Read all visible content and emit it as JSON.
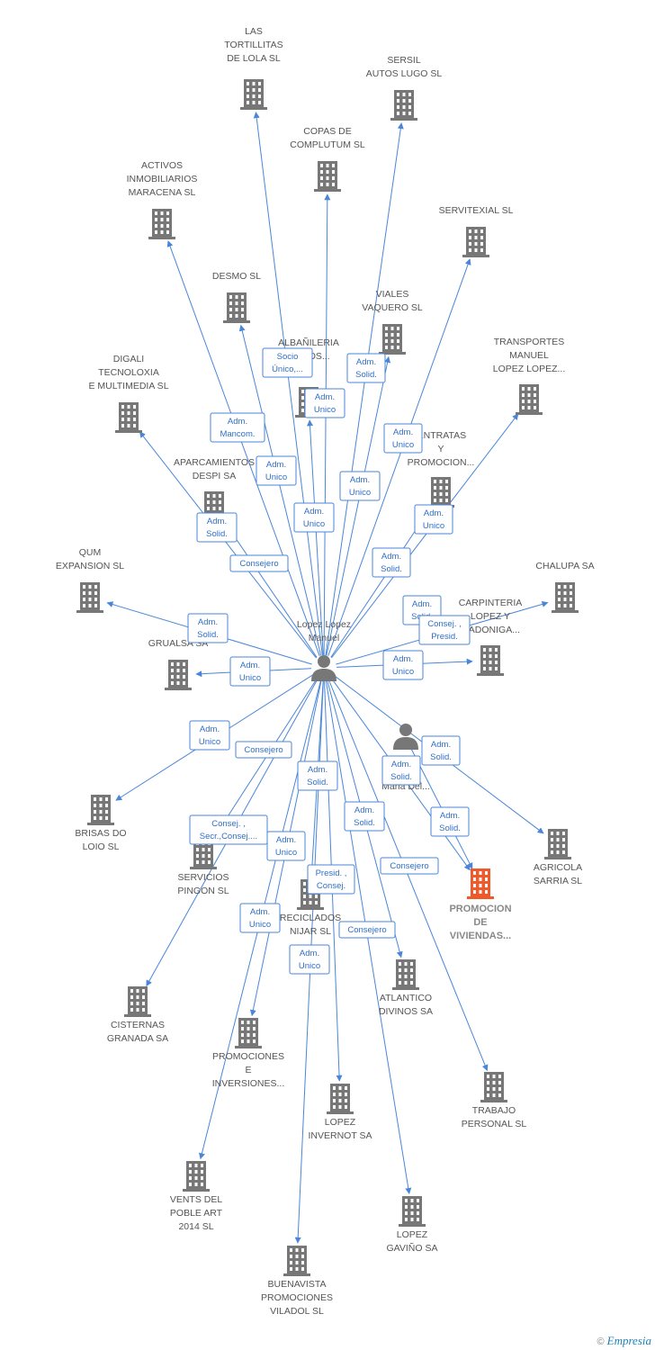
{
  "person_main": {
    "name": "Lopez Lopez Manuel"
  },
  "person_secondary": {
    "name": "... Maria Del..."
  },
  "target": {
    "name": "PROMOCION DE VIVIENDAS...",
    "color": "#f05a2a"
  },
  "companies": [
    {
      "id": "c1",
      "name": "LAS TORTILLITAS DE LOLA SL"
    },
    {
      "id": "c2",
      "name": "SERSIL AUTOS LUGO SL"
    },
    {
      "id": "c3",
      "name": "COPAS DE COMPLUTUM SL"
    },
    {
      "id": "c4",
      "name": "ACTIVOS INMOBILIARIOS MARACENA SL"
    },
    {
      "id": "c5",
      "name": "SERVITEXIAL SL"
    },
    {
      "id": "c6",
      "name": "DESMO SL"
    },
    {
      "id": "c7",
      "name": "VIALES VAQUERO SL"
    },
    {
      "id": "c8",
      "name": "ALBAÑILERIA ...ADOS..."
    },
    {
      "id": "c9",
      "name": "TRANSPORTES MANUEL LOPEZ LOPEZ..."
    },
    {
      "id": "c10",
      "name": "DIGALI TECNOLOXIA E MULTIMEDIA SL"
    },
    {
      "id": "c11",
      "name": "...NTRATAS Y PROMOCION..."
    },
    {
      "id": "c12",
      "name": "APARCAMIENTOS DESPI SA"
    },
    {
      "id": "c13",
      "name": "QUM EXPANSION SL"
    },
    {
      "id": "c14",
      "name": "CHALUPA SA"
    },
    {
      "id": "c15",
      "name": "CARPINTERIA LOPEZ Y ...ADONIGA..."
    },
    {
      "id": "c16",
      "name": "GRUALSA SA"
    },
    {
      "id": "c17",
      "name": "BRISAS DO LOIO SL"
    },
    {
      "id": "c18",
      "name": "AGRICOLA SARRIA SL"
    },
    {
      "id": "c19",
      "name": "SERVICIOS PINGON SL"
    },
    {
      "id": "c20",
      "name": "RECICLADOS NIJAR SL"
    },
    {
      "id": "c21",
      "name": "ATLANTICO DIVINOS SA"
    },
    {
      "id": "c22",
      "name": "CISTERNAS GRANADA SA"
    },
    {
      "id": "c23",
      "name": "PROMOCIONES E INVERSIONES..."
    },
    {
      "id": "c24",
      "name": "TRABAJO PERSONAL SL"
    },
    {
      "id": "c25",
      "name": "LOPEZ INVERNOT SA"
    },
    {
      "id": "c26",
      "name": "VENTS DEL POBLE ART 2014 SL"
    },
    {
      "id": "c27",
      "name": "LOPEZ GAVIÑO SA"
    },
    {
      "id": "c28",
      "name": "BUENAVISTA PROMOCIONES VILADOL SL"
    }
  ],
  "edge_labels": [
    "Socio Único,...",
    "Adm. Solid.",
    "Adm. Unico",
    "Adm. Mancom.",
    "Adm. Unico",
    "Adm. Unico",
    "Adm. Unico",
    "Adm. Unico",
    "Adm. Unico",
    "Adm. Solid.",
    "Adm. Solid.",
    "Consejero",
    "Adm. Solid.",
    "Adm. Solid.",
    "Consej. , Presid.",
    "Adm. Unico",
    "Adm. Unico",
    "Adm. Solid.",
    "Adm. Unico",
    "Consejero",
    "Adm. Solid.",
    "Adm. Solid.",
    "Adm. Solid.",
    "Adm. Solid.",
    "Consej. , Secr.,Consej....",
    "Adm. Unico",
    "Presid. , Consej.",
    "Consejero",
    "Adm. Unico",
    "Consejero",
    "Adm. Unico"
  ],
  "footer": {
    "copyright": "©",
    "brand": "Empresia"
  }
}
